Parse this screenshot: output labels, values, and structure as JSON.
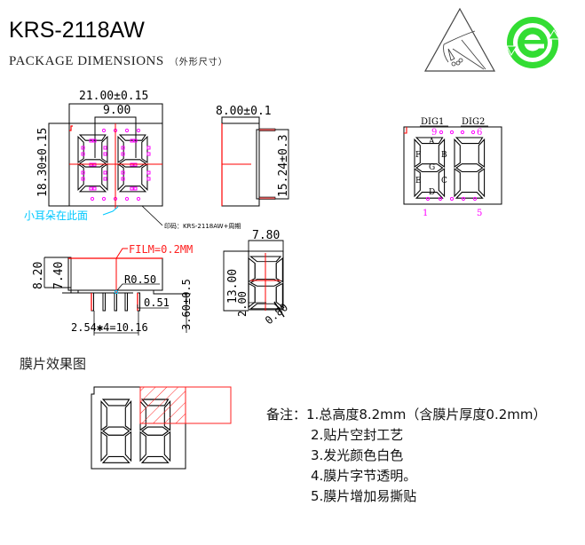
{
  "header": {
    "title": "KRS-2118AW",
    "subtitle": "PACKAGE DIMENSIONS",
    "subtitle_cn": "（外形尺寸）"
  },
  "icons": {
    "esd": "esd-warning-icon",
    "rohs": "environmental-e-icon"
  },
  "colors": {
    "line": "#000000",
    "center_line": "#ff0000",
    "pad": "#ff00ff",
    "note_cyan": "#00c8ff",
    "eco_green": "#33dd33",
    "film_red": "#ff2020"
  },
  "front_view": {
    "width_dim": "21.00±0.15",
    "pitch_dim": "9.00",
    "height_dim": "18.30±0.15",
    "ear_note": "小耳朵在此面",
    "print_note": "印码：KRS-2118AW+周期"
  },
  "side_view": {
    "depth_dim": "8.00±0.1",
    "pin_span_dim": "15.24±0.3"
  },
  "pin_view": {
    "dig1": "DIG1",
    "dig2": "DIG2",
    "pin9": "9",
    "pin6": "6",
    "pin1": "1",
    "pin5": "5",
    "segments": [
      "A",
      "B",
      "C",
      "D",
      "E",
      "F",
      "G"
    ]
  },
  "bottom_view": {
    "film_dim": "FILM=0.2MM",
    "total_height": "8.20",
    "body_height": "7.40",
    "radius": "R0.50",
    "pin_width": "0.51",
    "pin_length": "3.60±0.5",
    "pitch": "2.54✱4=10.16"
  },
  "digit_view": {
    "width": "7.80",
    "height": "13.00",
    "seg_width": "2.00",
    "slant": "0.80"
  },
  "film_section": {
    "title": "膜片效果图"
  },
  "notes": {
    "label": "备注：",
    "items": [
      "1.总高度8.2mm（含膜片厚度0.2mm）",
      "2.贴片空封工艺",
      "3.发光颜色白色",
      "4.膜片字节透明。",
      "5.膜片增加易撕贴"
    ]
  }
}
